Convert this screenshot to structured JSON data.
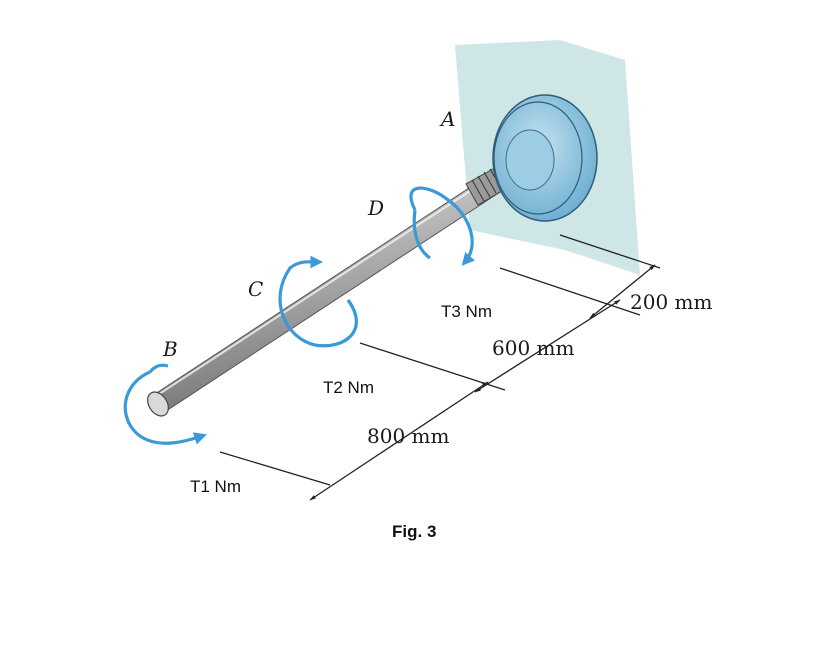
{
  "points": {
    "A": "A",
    "B": "B",
    "C": "C",
    "D": "D"
  },
  "torques": {
    "t1": "T1 Nm",
    "t2": "T2 Nm",
    "t3": "T3 Nm"
  },
  "dimensions": {
    "bc": "800 mm",
    "cd": "600 mm",
    "da": "200 mm"
  },
  "caption": "Fig. 3",
  "colors": {
    "torque_arrow": "#3a9ad9",
    "wall": "#cfe6e6",
    "flange": "#8fc3dd",
    "shaft": "#a8a8a8"
  }
}
